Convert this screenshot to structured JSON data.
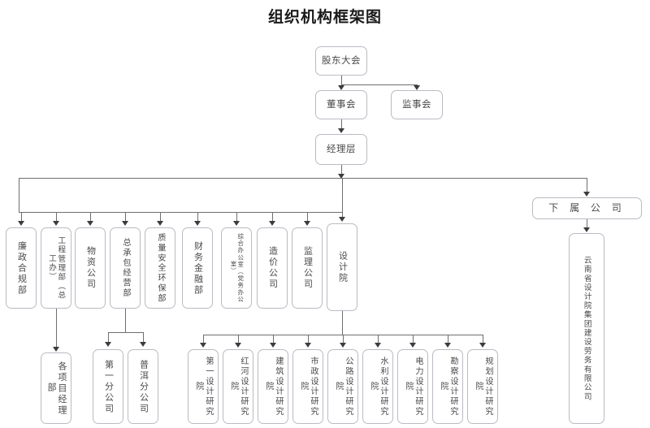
{
  "title": "组织机构框架图",
  "colors": {
    "box_border": "#b9bcc2",
    "line": "#6e6e6e",
    "text": "#4a4a4a",
    "title_text": "#1a1a1a",
    "background": "#ffffff"
  },
  "top": {
    "shareholders_meeting": "股东大会",
    "board_of_directors": "董事会",
    "board_of_supervisors": "监事会",
    "management_layer": "经理层"
  },
  "departments": [
    {
      "label": "廉政合规部",
      "style": "v"
    },
    {
      "label": "工程管理部（总工办）",
      "style": "mid"
    },
    {
      "label": "物资公司",
      "style": "v"
    },
    {
      "label": "总承包经营部",
      "style": "vb"
    },
    {
      "label": "质量安全环保部",
      "style": "vb"
    },
    {
      "label": "财务金融部",
      "style": "v"
    },
    {
      "label": "综合办公室（党务办公室）",
      "style": "small"
    },
    {
      "label": "造价公司",
      "style": "v"
    },
    {
      "label": "监理公司",
      "style": "v"
    },
    {
      "label": "设计院",
      "style": "v"
    }
  ],
  "engineering_children": [
    {
      "label": "各项目经理部"
    }
  ],
  "general_contracting_children": [
    {
      "label": "第一分公司"
    },
    {
      "label": "普洱分公司"
    }
  ],
  "design_institute_children": [
    {
      "label": "第一设计研究院"
    },
    {
      "label": "红河设计研究院"
    },
    {
      "label": "建筑设计研究院"
    },
    {
      "label": "市政设计研究院"
    },
    {
      "label": "公路设计研究院"
    },
    {
      "label": "水利设计研究院"
    },
    {
      "label": "电力设计研究院"
    },
    {
      "label": "勘察设计研究院"
    },
    {
      "label": "规划设计研究院"
    }
  ],
  "subsidiary": {
    "header": "下 属 公 司",
    "companies": [
      {
        "label": "云南省设计院集团建设劳务有限公司"
      }
    ]
  }
}
